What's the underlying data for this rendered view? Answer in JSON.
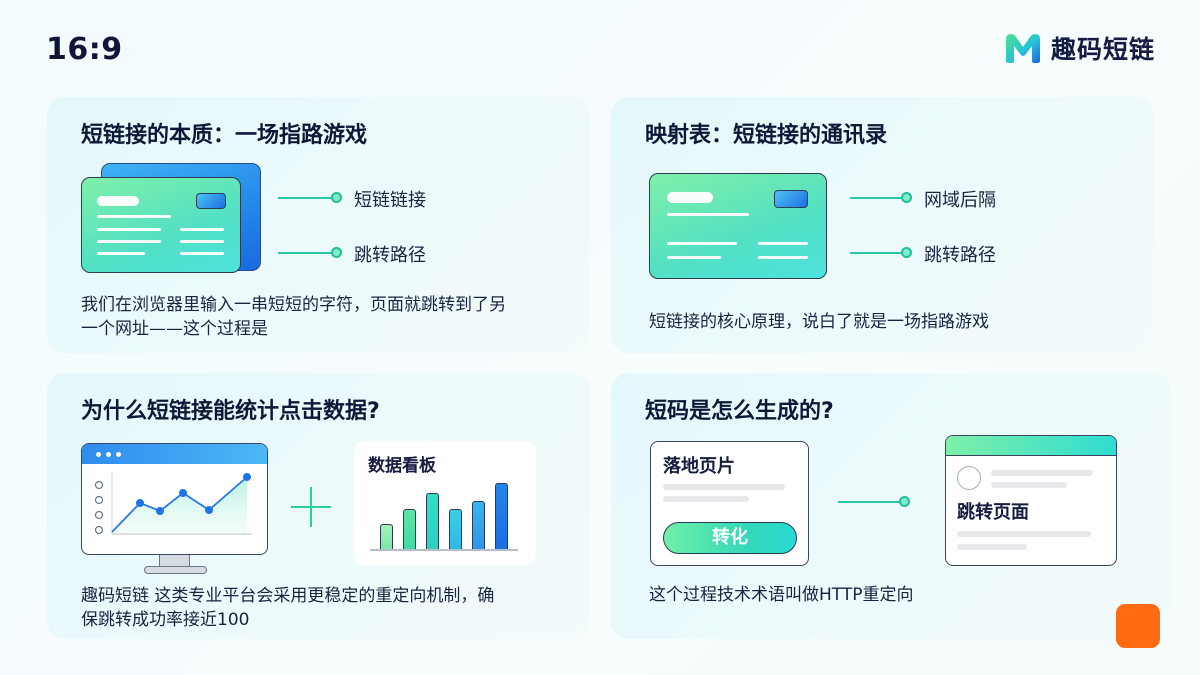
{
  "header": {
    "aspect_ratio": "16:9",
    "brand": {
      "name": "趣码短链",
      "logo_icon": "m-logo-icon",
      "colors": [
        "#3ddc8f",
        "#1e6fe0"
      ]
    }
  },
  "cards": [
    {
      "title": "短链接的本质：一场指路游戏",
      "illustration": "stacked-cards",
      "labels": [
        "短链链接",
        "跳转路径"
      ],
      "description_lines": [
        "我们在浏览器里输入一串短短的字符，页面就跳转到了另",
        "一个网址——这个过程是"
      ]
    },
    {
      "title": "映射表：短链接的通讯录",
      "illustration": "single-card",
      "labels": [
        "网域后隔",
        "跳转路径"
      ],
      "description_lines": [
        "短链接的核心原理，说白了就是一场指路游戏"
      ]
    },
    {
      "title": "为什么短链接能统计点击数据?",
      "illustration": "monitor-plus-dashboard",
      "dashboard_title": "数据看板",
      "description_lines": [
        "趣码短链  这类专业平台会采用更稳定的重定向机制，确",
        "保跳转成功率接近100"
      ]
    },
    {
      "title": "短码是怎么生成的?",
      "illustration": "landing-to-redirect",
      "landing_title": "落地页片",
      "convert_button": "转化",
      "redirect_title": "跳转页面",
      "description_lines": [
        "这个过程技术术语叫做HTTP重定向"
      ]
    }
  ],
  "chart_data": [
    {
      "type": "line",
      "title": "",
      "x": [
        0,
        1,
        2,
        3,
        4,
        5,
        6
      ],
      "values": [
        0,
        45,
        35,
        62,
        37,
        75
      ],
      "note": "unlabeled illustrative line chart inside monitor"
    },
    {
      "type": "bar",
      "title": "数据看板",
      "categories": [
        "1",
        "2",
        "3",
        "4",
        "5",
        "6"
      ],
      "values": [
        25,
        45,
        58,
        45,
        50,
        70
      ],
      "colors": [
        "#8ff0a8",
        "#4fe0a6",
        "#2fdcc4",
        "#36c6e8",
        "#33a8ef",
        "#1f78e6"
      ]
    }
  ],
  "accent": {
    "teal": "#26c6a6",
    "orange": "#ff6a13",
    "title": "#0f1738"
  }
}
